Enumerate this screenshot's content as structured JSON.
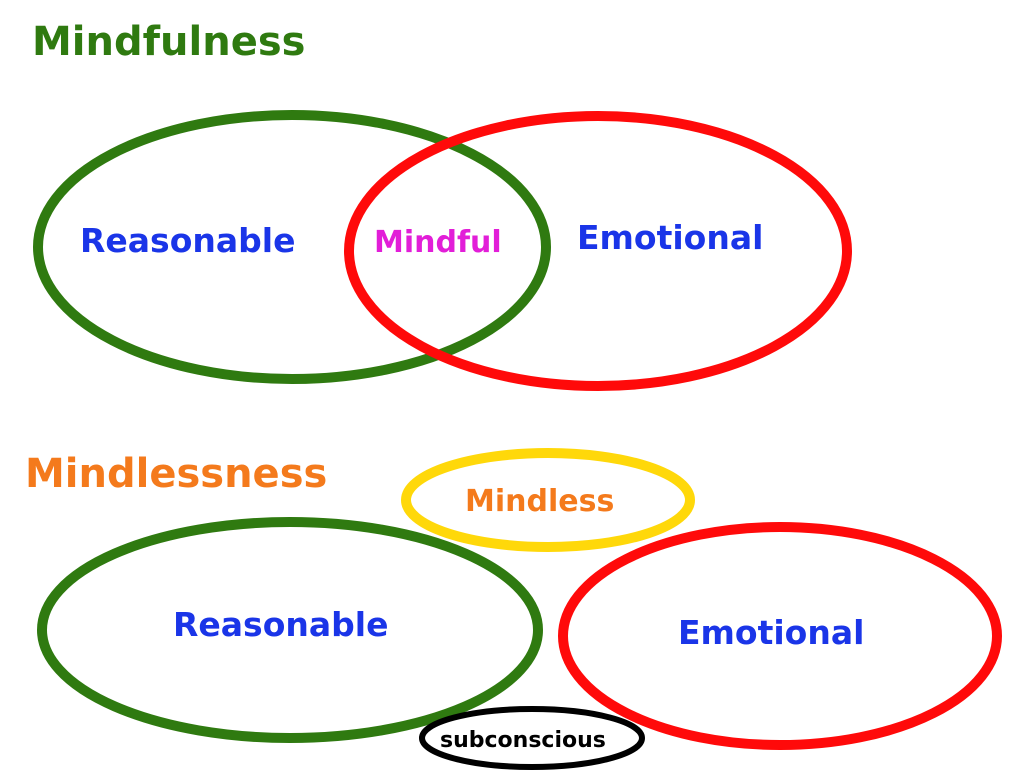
{
  "colors": {
    "green": "#2f7a10",
    "red": "#ff0a0a",
    "blue": "#1a35e8",
    "magenta": "#e21ed8",
    "orange": "#f47a1c",
    "yellow": "#ffd80a",
    "black": "#000000"
  },
  "mindfulness": {
    "title": "Mindfulness",
    "reasonable": "Reasonable",
    "mindful": "Mindful",
    "emotional": "Emotional"
  },
  "mindlessness": {
    "title": "Mindlessness",
    "mindless": "Mindless",
    "reasonable": "Reasonable",
    "emotional": "Emotional",
    "subconscious": "subconscious"
  }
}
